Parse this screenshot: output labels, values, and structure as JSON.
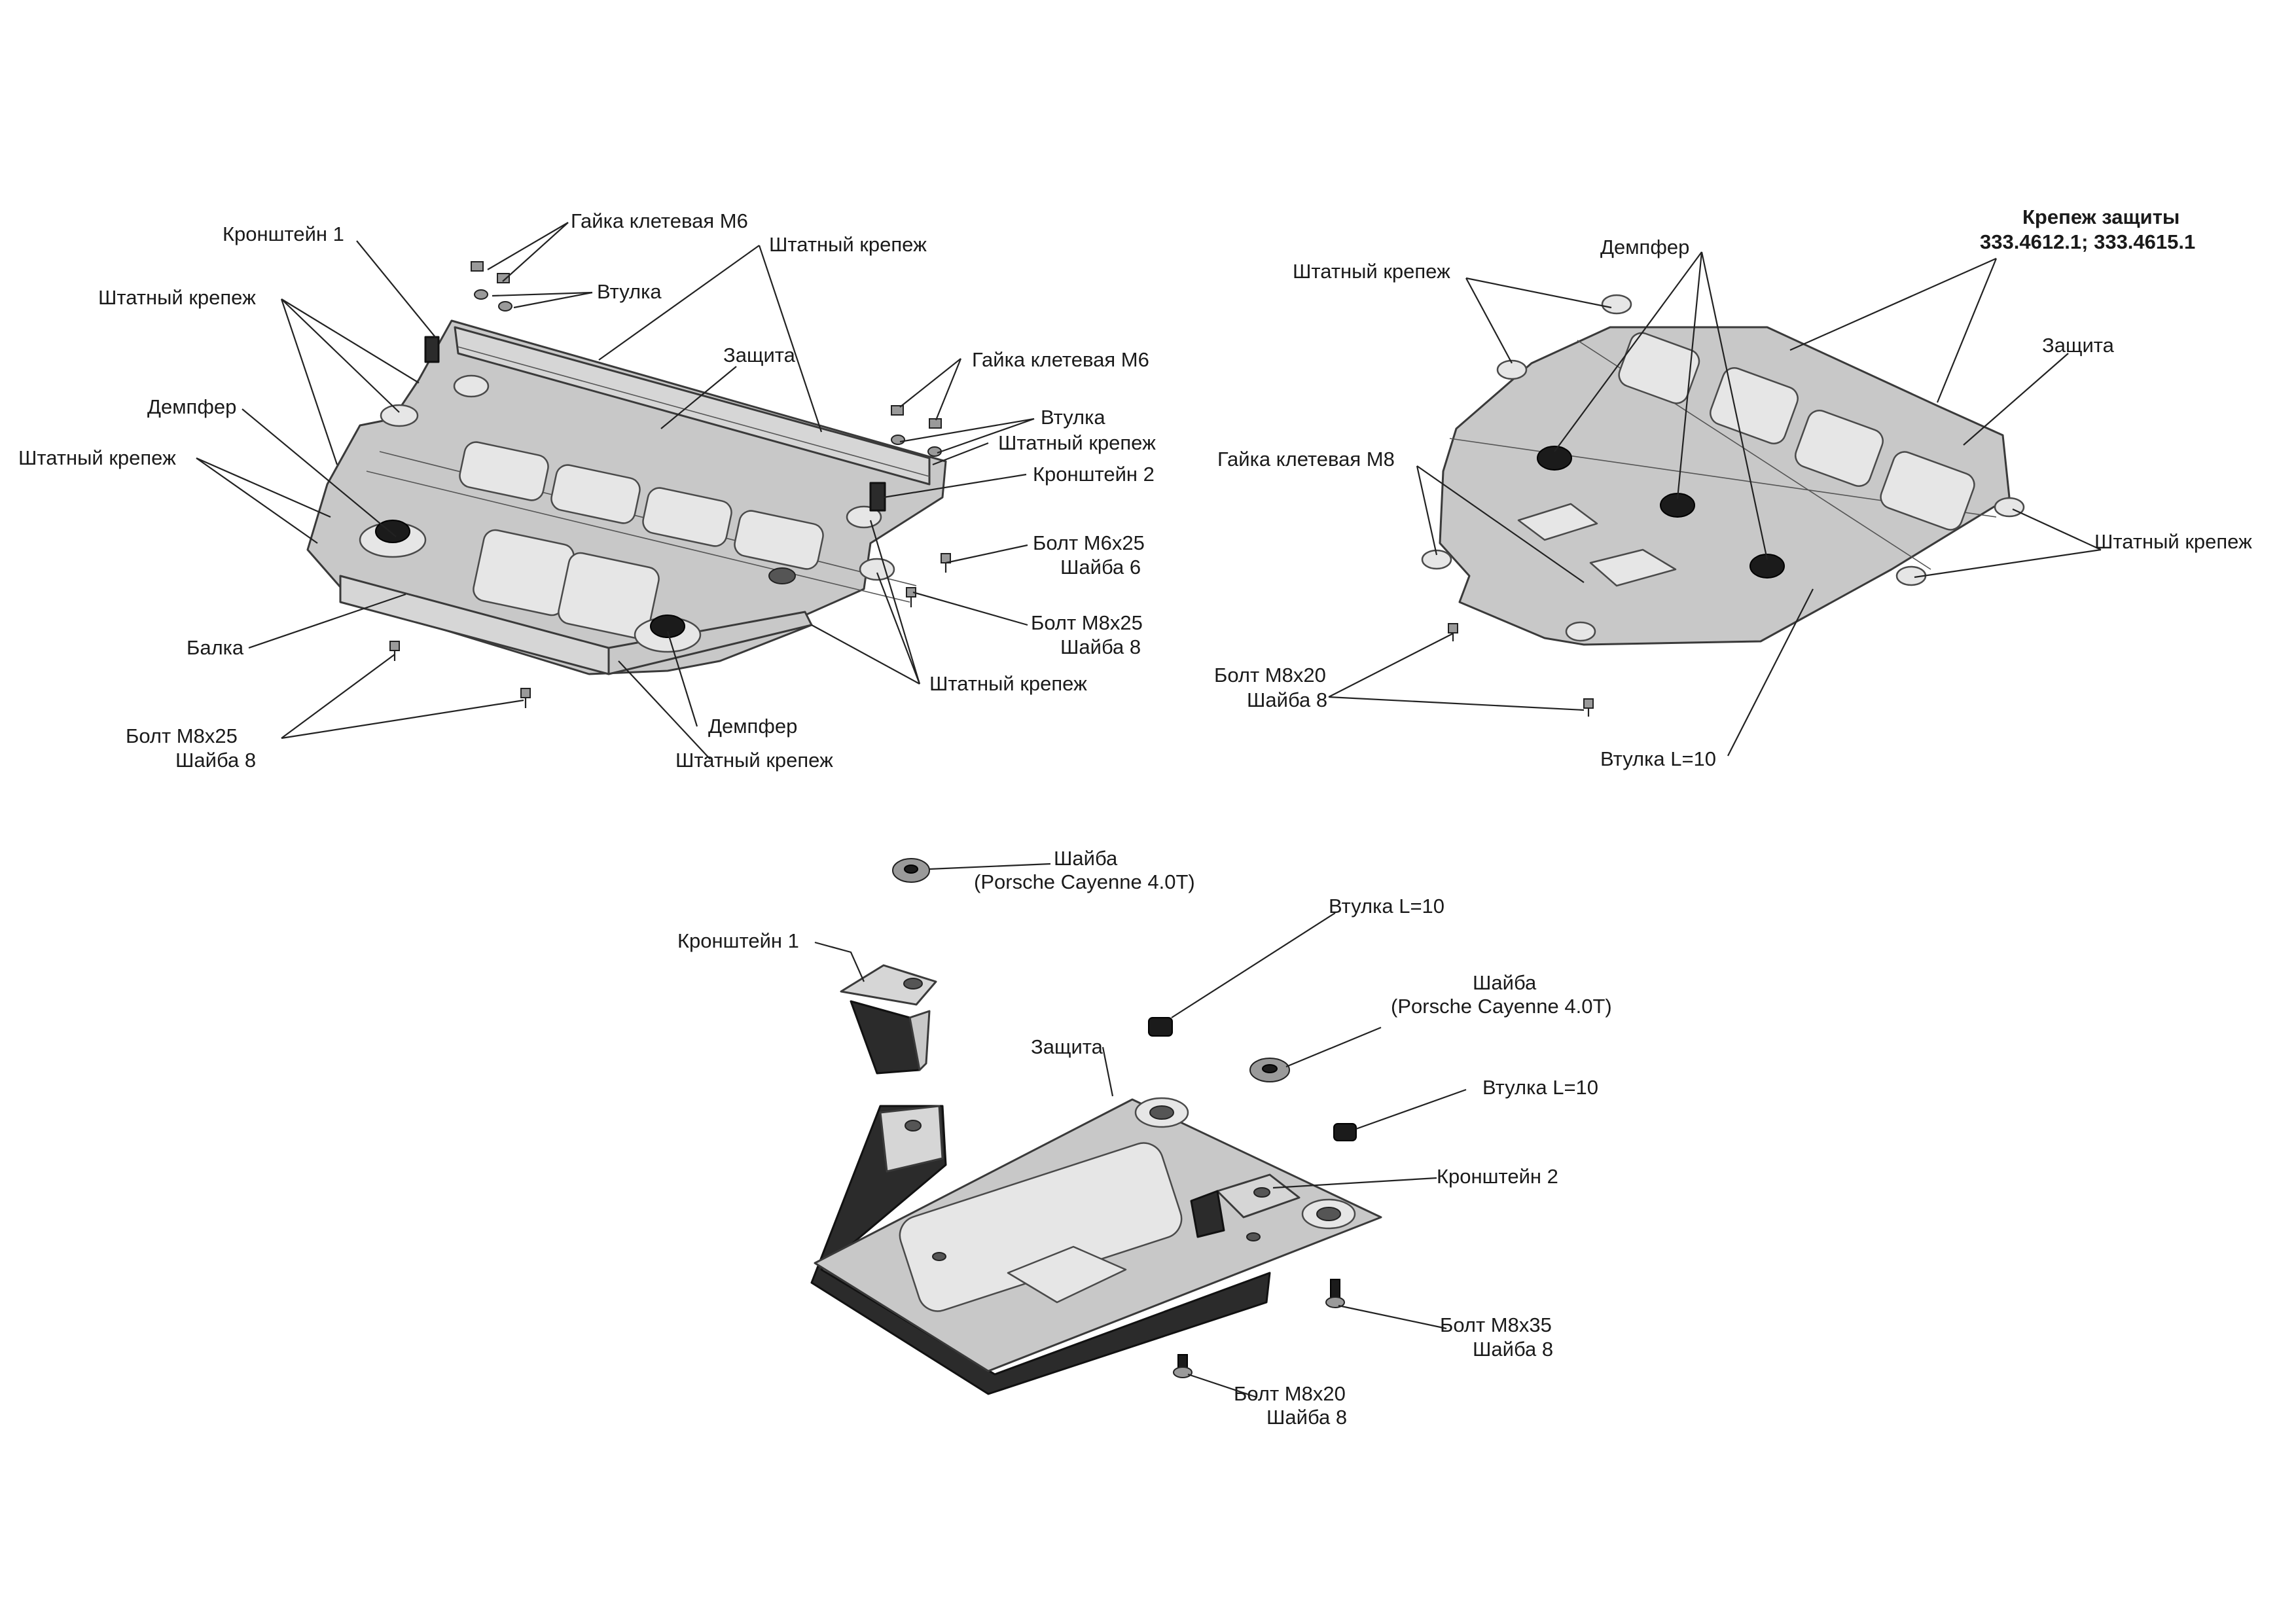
{
  "diagram_1": {
    "labels": {
      "kronshtein1": "Кронштейн 1",
      "gaika_m6_top": "Гайка клетевая М6",
      "vtulka_top": "Втулка",
      "shtatny_top": "Штатный крепеж",
      "shtatny_left_top": "Штатный крепеж",
      "zashchita": "Защита",
      "gaika_m6_right": "Гайка клетевая М6",
      "vtulka_right": "Втулка",
      "shtatny_right": "Штатный крепеж",
      "kronshtein2": "Кронштейн 2",
      "dempfer_left": "Демпфер",
      "shtatny_left_mid": "Штатный крепеж",
      "bolt_m6x25": "Болт М6х25",
      "shaiba_6": "Шайба 6",
      "bolt_m8x25_right": "Болт М8х25",
      "shaiba_8_right": "Шайба 8",
      "balka": "Балка",
      "shtatny_bottom_right": "Штатный крепеж",
      "dempfer_bottom": "Демпфер",
      "bolt_m8x25_left": "Болт М8х25",
      "shaiba_8_left": "Шайба 8",
      "shtatny_bottom": "Штатный крепеж"
    }
  },
  "diagram_2": {
    "labels": {
      "title_line1": "Крепеж защиты",
      "title_line2": "333.4612.1; 333.4615.1",
      "shtatny_top": "Штатный крепеж",
      "dempfer": "Демпфер",
      "zashchita": "Защита",
      "gaika_m8": "Гайка клетевая М8",
      "shtatny_right": "Штатный крепеж",
      "bolt_m8x20": "Болт М8х20",
      "shaiba_8": "Шайба 8",
      "vtulka_l10": "Втулка L=10"
    }
  },
  "diagram_3": {
    "labels": {
      "shaiba_top": "Шайба",
      "shaiba_top_note": "(Porsche Cayenne 4.0T)",
      "kronshtein1": "Кронштейн 1",
      "vtulka_l10_top": "Втулка L=10",
      "zashchita": "Защита",
      "shaiba_mid": "Шайба",
      "shaiba_mid_note": "(Porsche Cayenne 4.0T)",
      "vtulka_l10_mid": "Втулка L=10",
      "kronshtein2": "Кронштейн 2",
      "bolt_m8x35": "Болт М8х35",
      "shaiba_8_a": "Шайба 8",
      "bolt_m8x20": "Болт М8х20",
      "shaiba_8_b": "Шайба 8"
    }
  }
}
